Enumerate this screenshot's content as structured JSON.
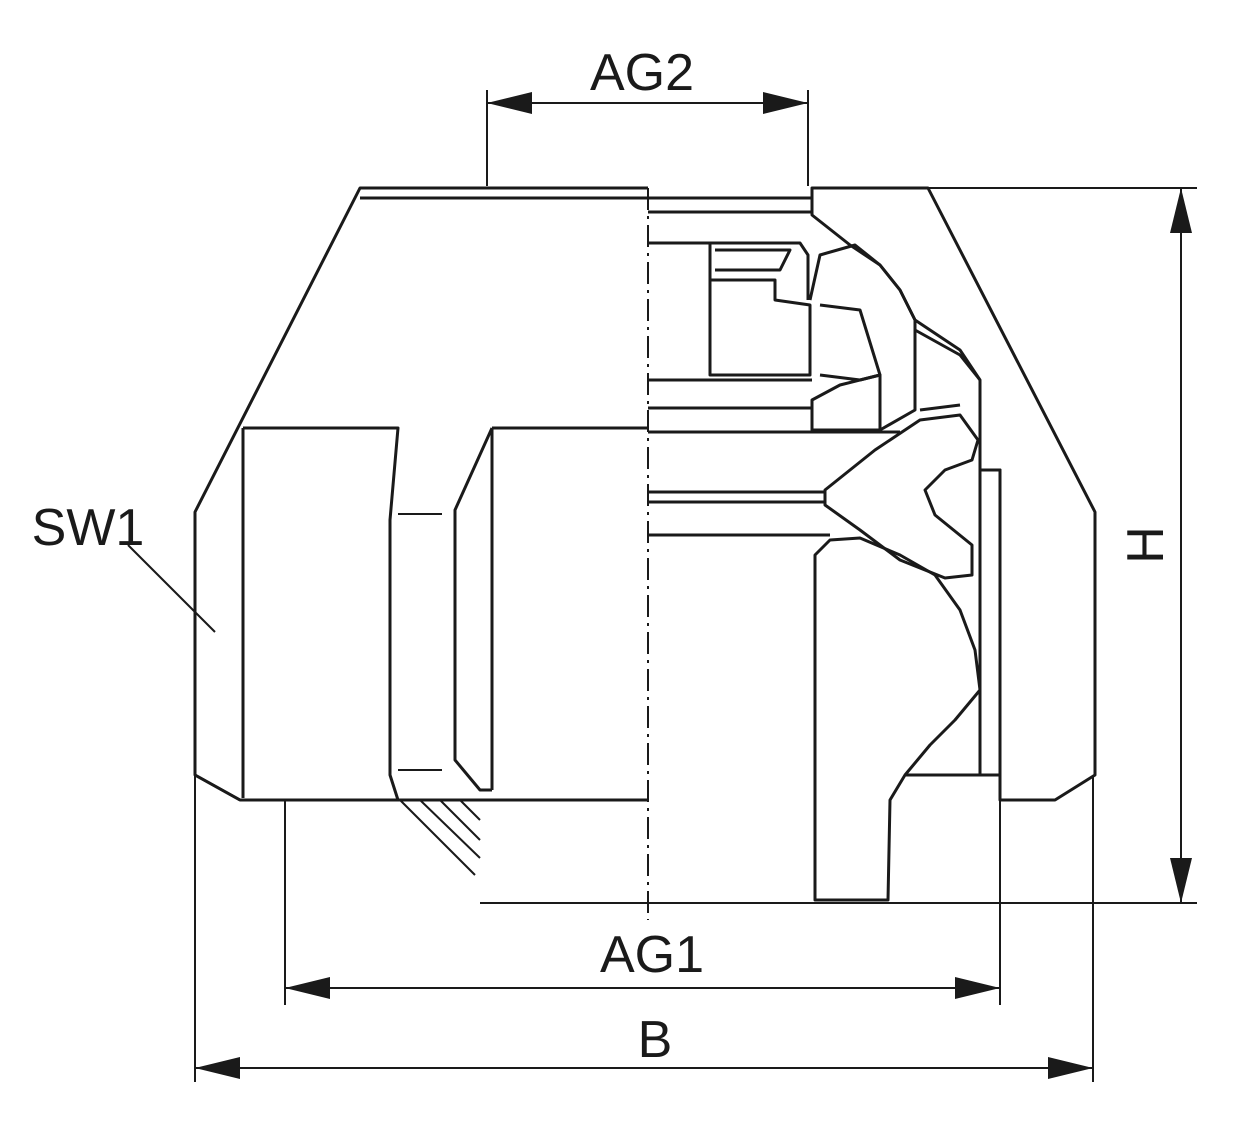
{
  "labels": {
    "ag2": "AG2",
    "ag1": "AG1",
    "b": "B",
    "h": "H",
    "sw1": "SW1"
  },
  "colors": {
    "line": "#1a1a1a",
    "background": "#ffffff"
  }
}
